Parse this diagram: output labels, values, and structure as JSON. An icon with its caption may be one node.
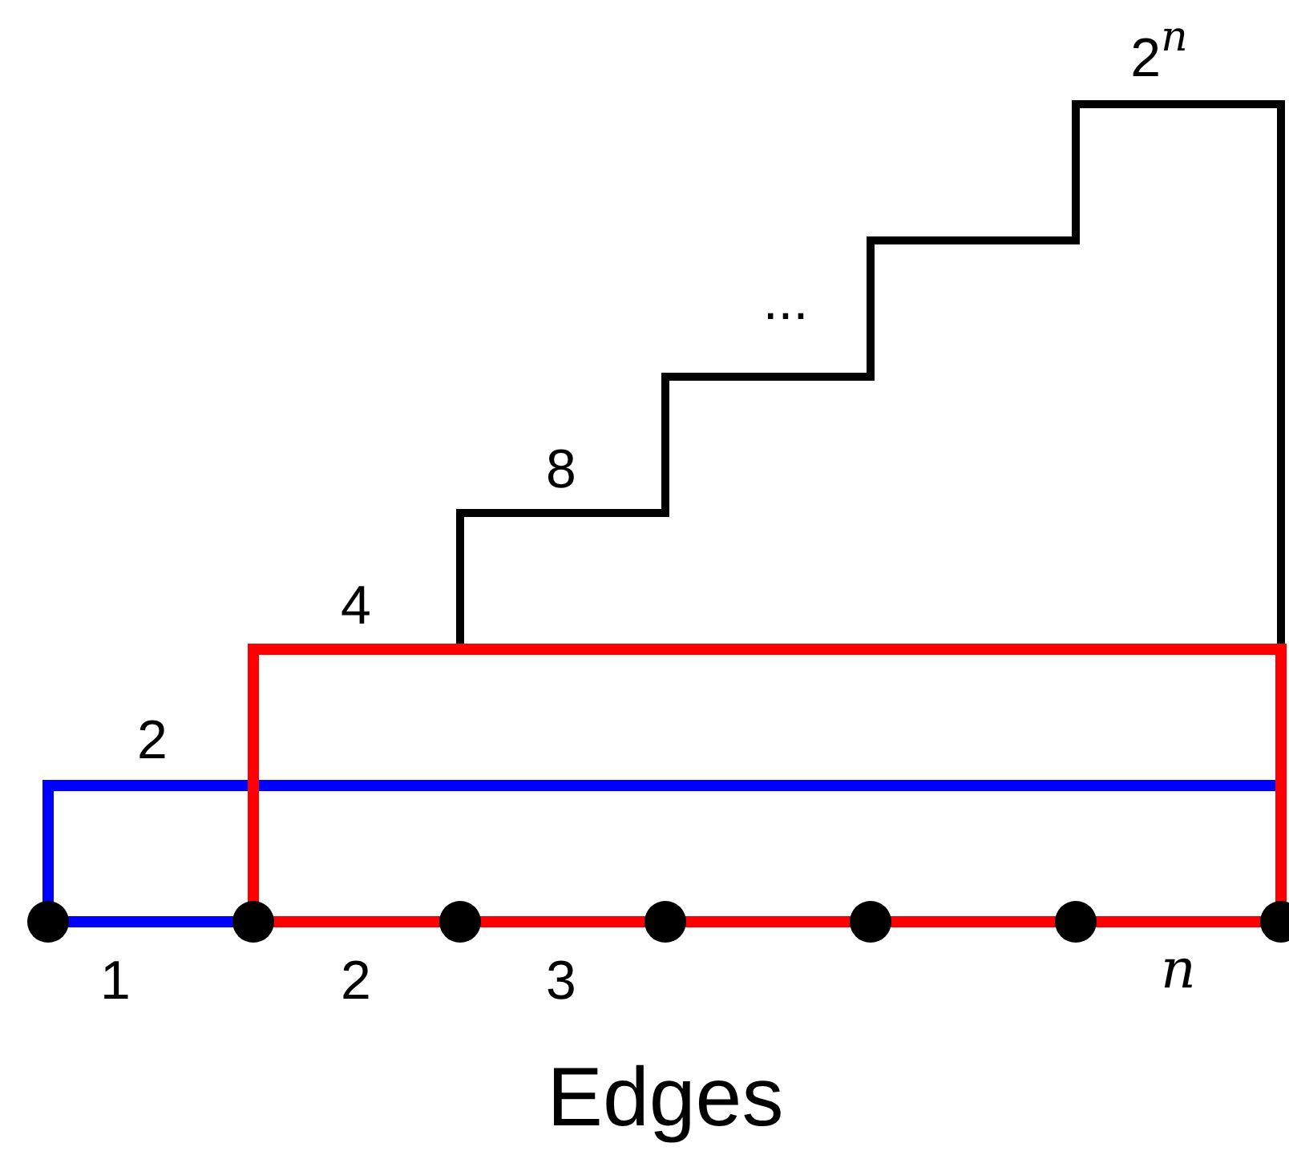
{
  "diagram": {
    "caption": "Edges",
    "nodes": [
      {
        "text": [],
        "shape": "circle"
      },
      {
        "text": [],
        "shape": "circle"
      },
      {
        "text": [],
        "shape": "circle"
      },
      {
        "text": [],
        "shape": "circle"
      },
      {
        "text": [],
        "shape": "circle"
      },
      {
        "text": [],
        "shape": "circle"
      },
      {
        "text": [],
        "shape": "circle"
      }
    ],
    "edges": [],
    "labels": [
      "2$^{n}$",
      "...",
      "8",
      "4",
      "2",
      "1",
      "2",
      "3",
      "n"
    ]
  }
}
